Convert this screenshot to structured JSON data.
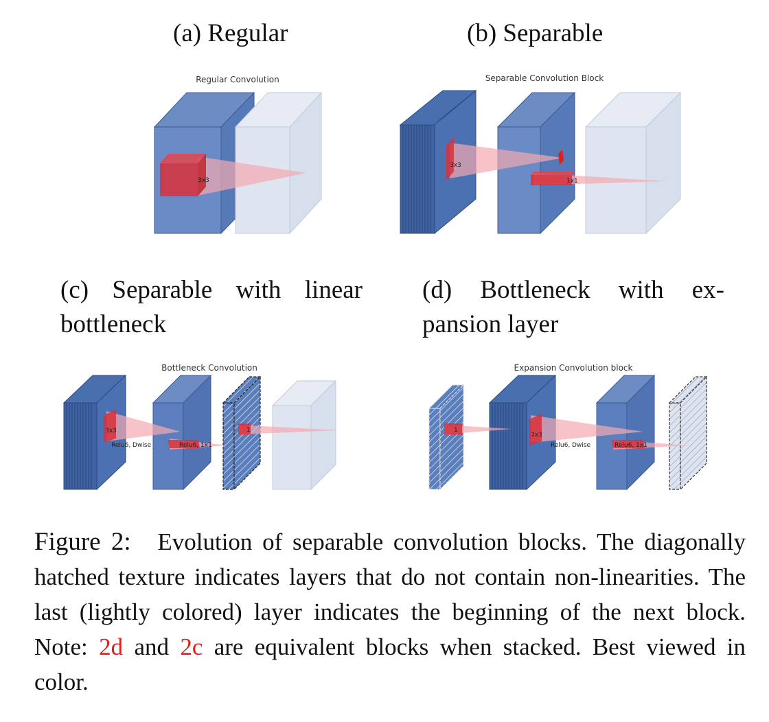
{
  "subcaptions": {
    "a": "(a) Regular",
    "b": "(b) Separable",
    "c_line1": "(c) Separable with linear",
    "c_line2": "bottleneck",
    "d_line1": "(d) Bottleneck with ex-",
    "d_line2": "pansion layer"
  },
  "diagrams": {
    "a": {
      "title": "Regular Convolution",
      "kernel_label": "3x3"
    },
    "b": {
      "title": "Separable Convolution Block",
      "kernel_label": "3x3",
      "pointwise_label": "1x1"
    },
    "c": {
      "title": "Bottleneck Convolution",
      "kernel_label": "3x3",
      "dwise_label": "Relu6, Dwise",
      "pointwise_label": "Relu6, 1x1",
      "proj_label": "1"
    },
    "d": {
      "title": "Expansion Convolution block",
      "kernel_label": "3x3",
      "proj_label": "1",
      "dwise_label": "Relu6, Dwise",
      "pointwise_label": "Relu6, 1x1"
    }
  },
  "caption": {
    "figure_label": "Figure 2:",
    "text_part1": "Evolution of separable convolution blocks. The diagonally hatched texture indicates layers that do not contain non-linearities. The last (lightly colored) layer indicates the beginning of the next block. Note:",
    "ref1": "2d",
    "text_part2": "and",
    "ref2": "2c",
    "text_part3": "are equivalent blocks when stacked. Best viewed in color."
  },
  "colors": {
    "layer_blue": "#5b7fbd",
    "layer_blue_dark": "#3f63a3",
    "layer_light": "#dde3ef",
    "kernel_red": "#d9303a",
    "cone_pink": "#f3aab0",
    "ref_red": "#e0201b"
  }
}
